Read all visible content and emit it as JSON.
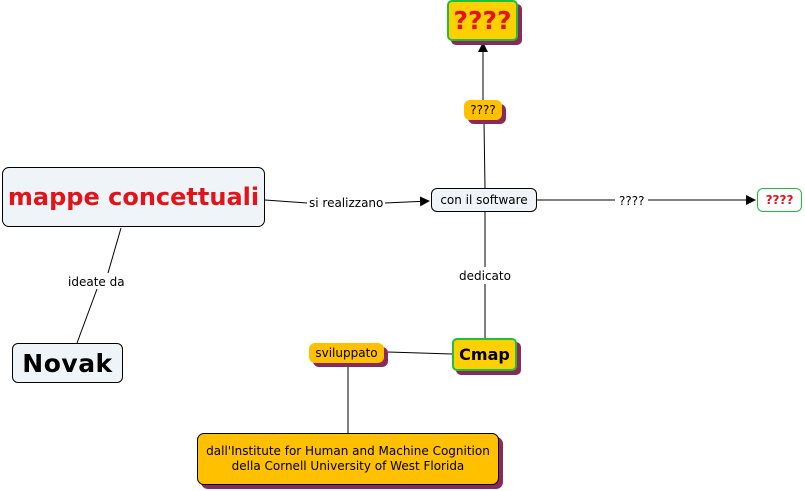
{
  "nodes": {
    "mappe": "mappe concettuali",
    "novak": "Novak",
    "software": "con il software",
    "top": "????",
    "right": "????",
    "cmap": "Cmap",
    "q_small": "????",
    "sviluppato": "sviluppato",
    "institute_line1": "dall'Institute for Human and Machine Cognition",
    "institute_line2": "della Cornell University of West Florida"
  },
  "links": {
    "realizzano": "si realizzano",
    "ideate": "ideate  da",
    "dedicato": "dedicato",
    "q_mid": "????"
  },
  "colors": {
    "title_red": "#e0141a",
    "node_yellow": "#ffd000",
    "phrase_orange": "#ffc000",
    "border_green": "#1fbf3a",
    "shadow_purple": "#8a2a5a",
    "concept_fill": "#eef4f7"
  }
}
